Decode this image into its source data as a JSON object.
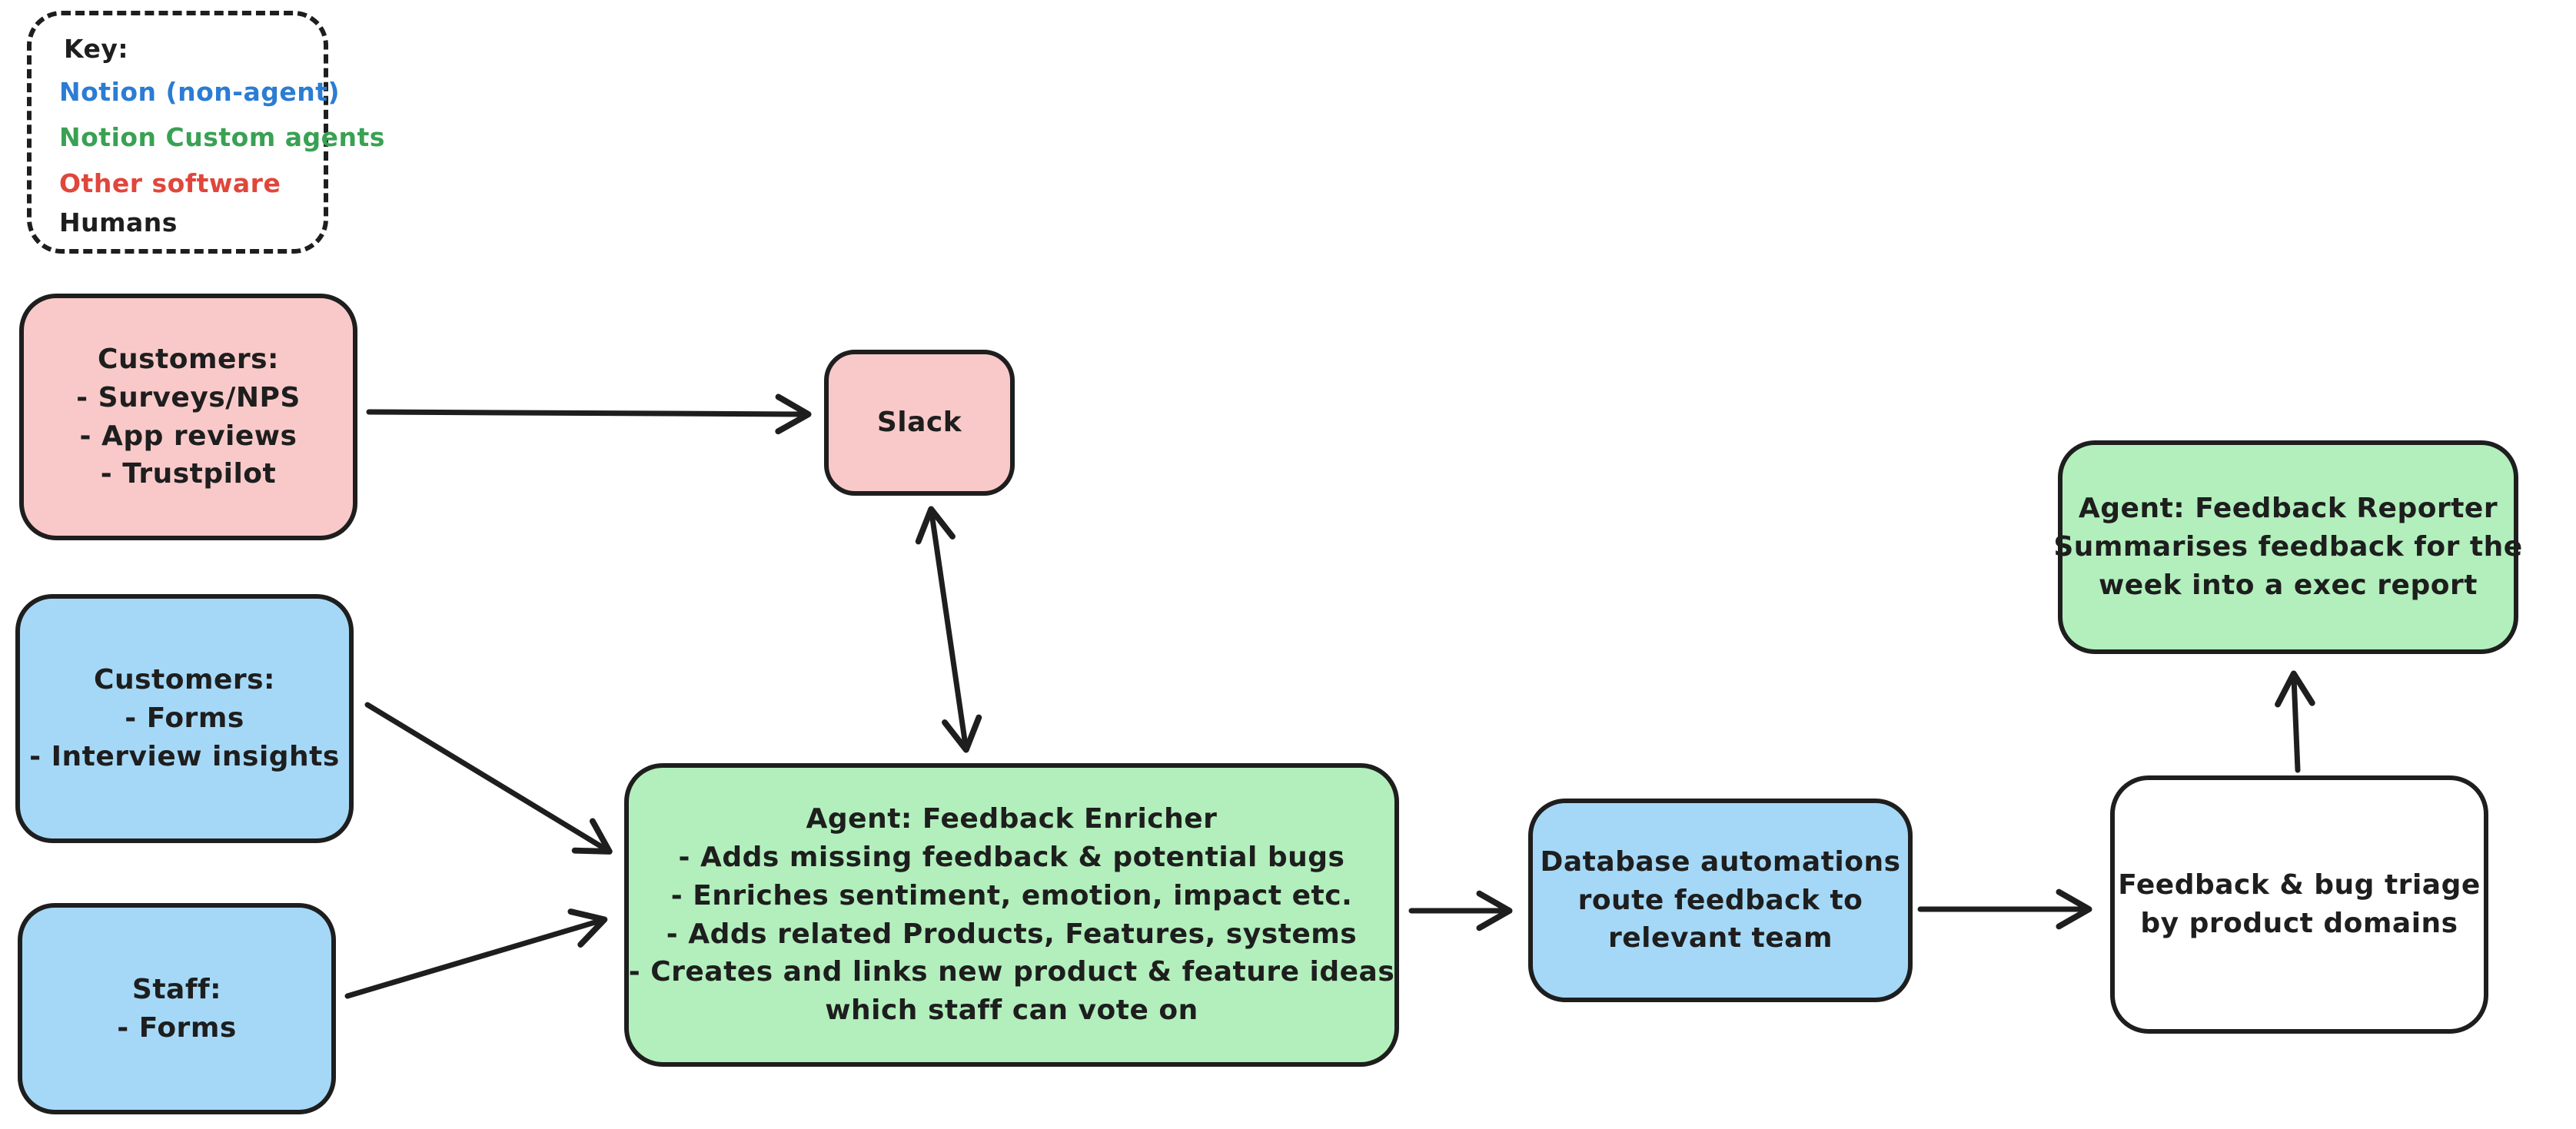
{
  "palette": {
    "ink": "#1e1e1e",
    "pink": "#f9c9c9",
    "blue": "#a5d8f7",
    "green": "#b2efbc",
    "white": "#ffffff"
  },
  "key": {
    "title": "Key:",
    "items": [
      {
        "label": "Notion (non-agent)",
        "color": "#2b7cd3"
      },
      {
        "label": "Notion Custom agents",
        "color": "#39a153"
      },
      {
        "label": "Other software",
        "color": "#e0463c"
      },
      {
        "label": "Humans",
        "color": "#1e1e1e"
      }
    ]
  },
  "nodes": [
    {
      "id": "customers-external",
      "category": "other-software",
      "lines": [
        "Customers:",
        "- Surveys/NPS",
        "- App reviews",
        "- Trustpilot"
      ]
    },
    {
      "id": "slack",
      "category": "other-software",
      "lines": [
        "Slack"
      ]
    },
    {
      "id": "customers-notion",
      "category": "notion-non-agent",
      "lines": [
        "Customers:",
        "- Forms",
        "- Interview insights"
      ]
    },
    {
      "id": "staff",
      "category": "notion-non-agent",
      "lines": [
        "Staff:",
        "- Forms"
      ]
    },
    {
      "id": "feedback-enricher",
      "category": "notion-custom-agent",
      "lines": [
        "Agent: Feedback Enricher",
        "- Adds missing feedback & potential bugs",
        "- Enriches sentiment, emotion, impact etc.",
        "- Adds related Products, Features, systems",
        "- Creates and links new product & feature ideas",
        "which staff can vote on"
      ]
    },
    {
      "id": "database-automations",
      "category": "notion-non-agent",
      "lines": [
        "Database automations",
        "route feedback to",
        "relevant team"
      ]
    },
    {
      "id": "feedback-triage",
      "category": "humans",
      "lines": [
        "Feedback & bug triage",
        "by product domains"
      ]
    },
    {
      "id": "feedback-reporter",
      "category": "notion-custom-agent",
      "lines": [
        "Agent: Feedback Reporter",
        "Summarises feedback for the",
        "week into a exec report"
      ]
    }
  ],
  "edges": [
    {
      "from": "customers-external",
      "to": "slack",
      "direction": "one-way"
    },
    {
      "from": "slack",
      "to": "feedback-enricher",
      "direction": "two-way"
    },
    {
      "from": "customers-notion",
      "to": "feedback-enricher",
      "direction": "one-way"
    },
    {
      "from": "staff",
      "to": "feedback-enricher",
      "direction": "one-way"
    },
    {
      "from": "feedback-enricher",
      "to": "database-automations",
      "direction": "one-way"
    },
    {
      "from": "database-automations",
      "to": "feedback-triage",
      "direction": "one-way"
    },
    {
      "from": "feedback-triage",
      "to": "feedback-reporter",
      "direction": "one-way"
    }
  ]
}
